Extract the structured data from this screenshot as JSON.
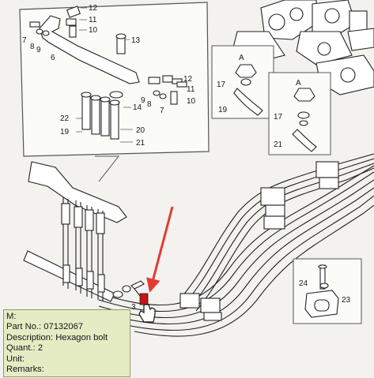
{
  "diagram": {
    "callouts": {
      "c12a": "12",
      "c11a": "11",
      "c10a": "10",
      "c13": "13",
      "c7a": "7",
      "c8a": "8",
      "c9a": "9",
      "c6": "6",
      "c14": "14",
      "c12b": "12",
      "c11b": "11",
      "c10b": "10",
      "c9b": "9",
      "c8b": "8",
      "c7b": "7",
      "c22": "22",
      "c19a": "19",
      "c20": "20",
      "c21a": "21",
      "cA1": "A",
      "c17a": "17",
      "c19b": "19",
      "cA2": "A",
      "c17b": "17",
      "c21b": "21",
      "c24": "24",
      "c23": "23",
      "c3": "3"
    },
    "colors": {
      "line": "#1f1f1f",
      "paper": "#f3f2ee",
      "panel": "#fbfbf8",
      "arrow": "#e23b32",
      "highlight": "#c3161b"
    },
    "cursor_icon": "hand-pointer-icon"
  },
  "tooltip": {
    "m_label": "M:",
    "part_label": "Part No.:",
    "part_value": "07132067",
    "desc_label": "Description:",
    "desc_value": "Hexagon bolt",
    "qty_label": "Quant.:",
    "qty_value": "2",
    "unit_label": "Unit:",
    "remarks_label": "Remarks:"
  }
}
